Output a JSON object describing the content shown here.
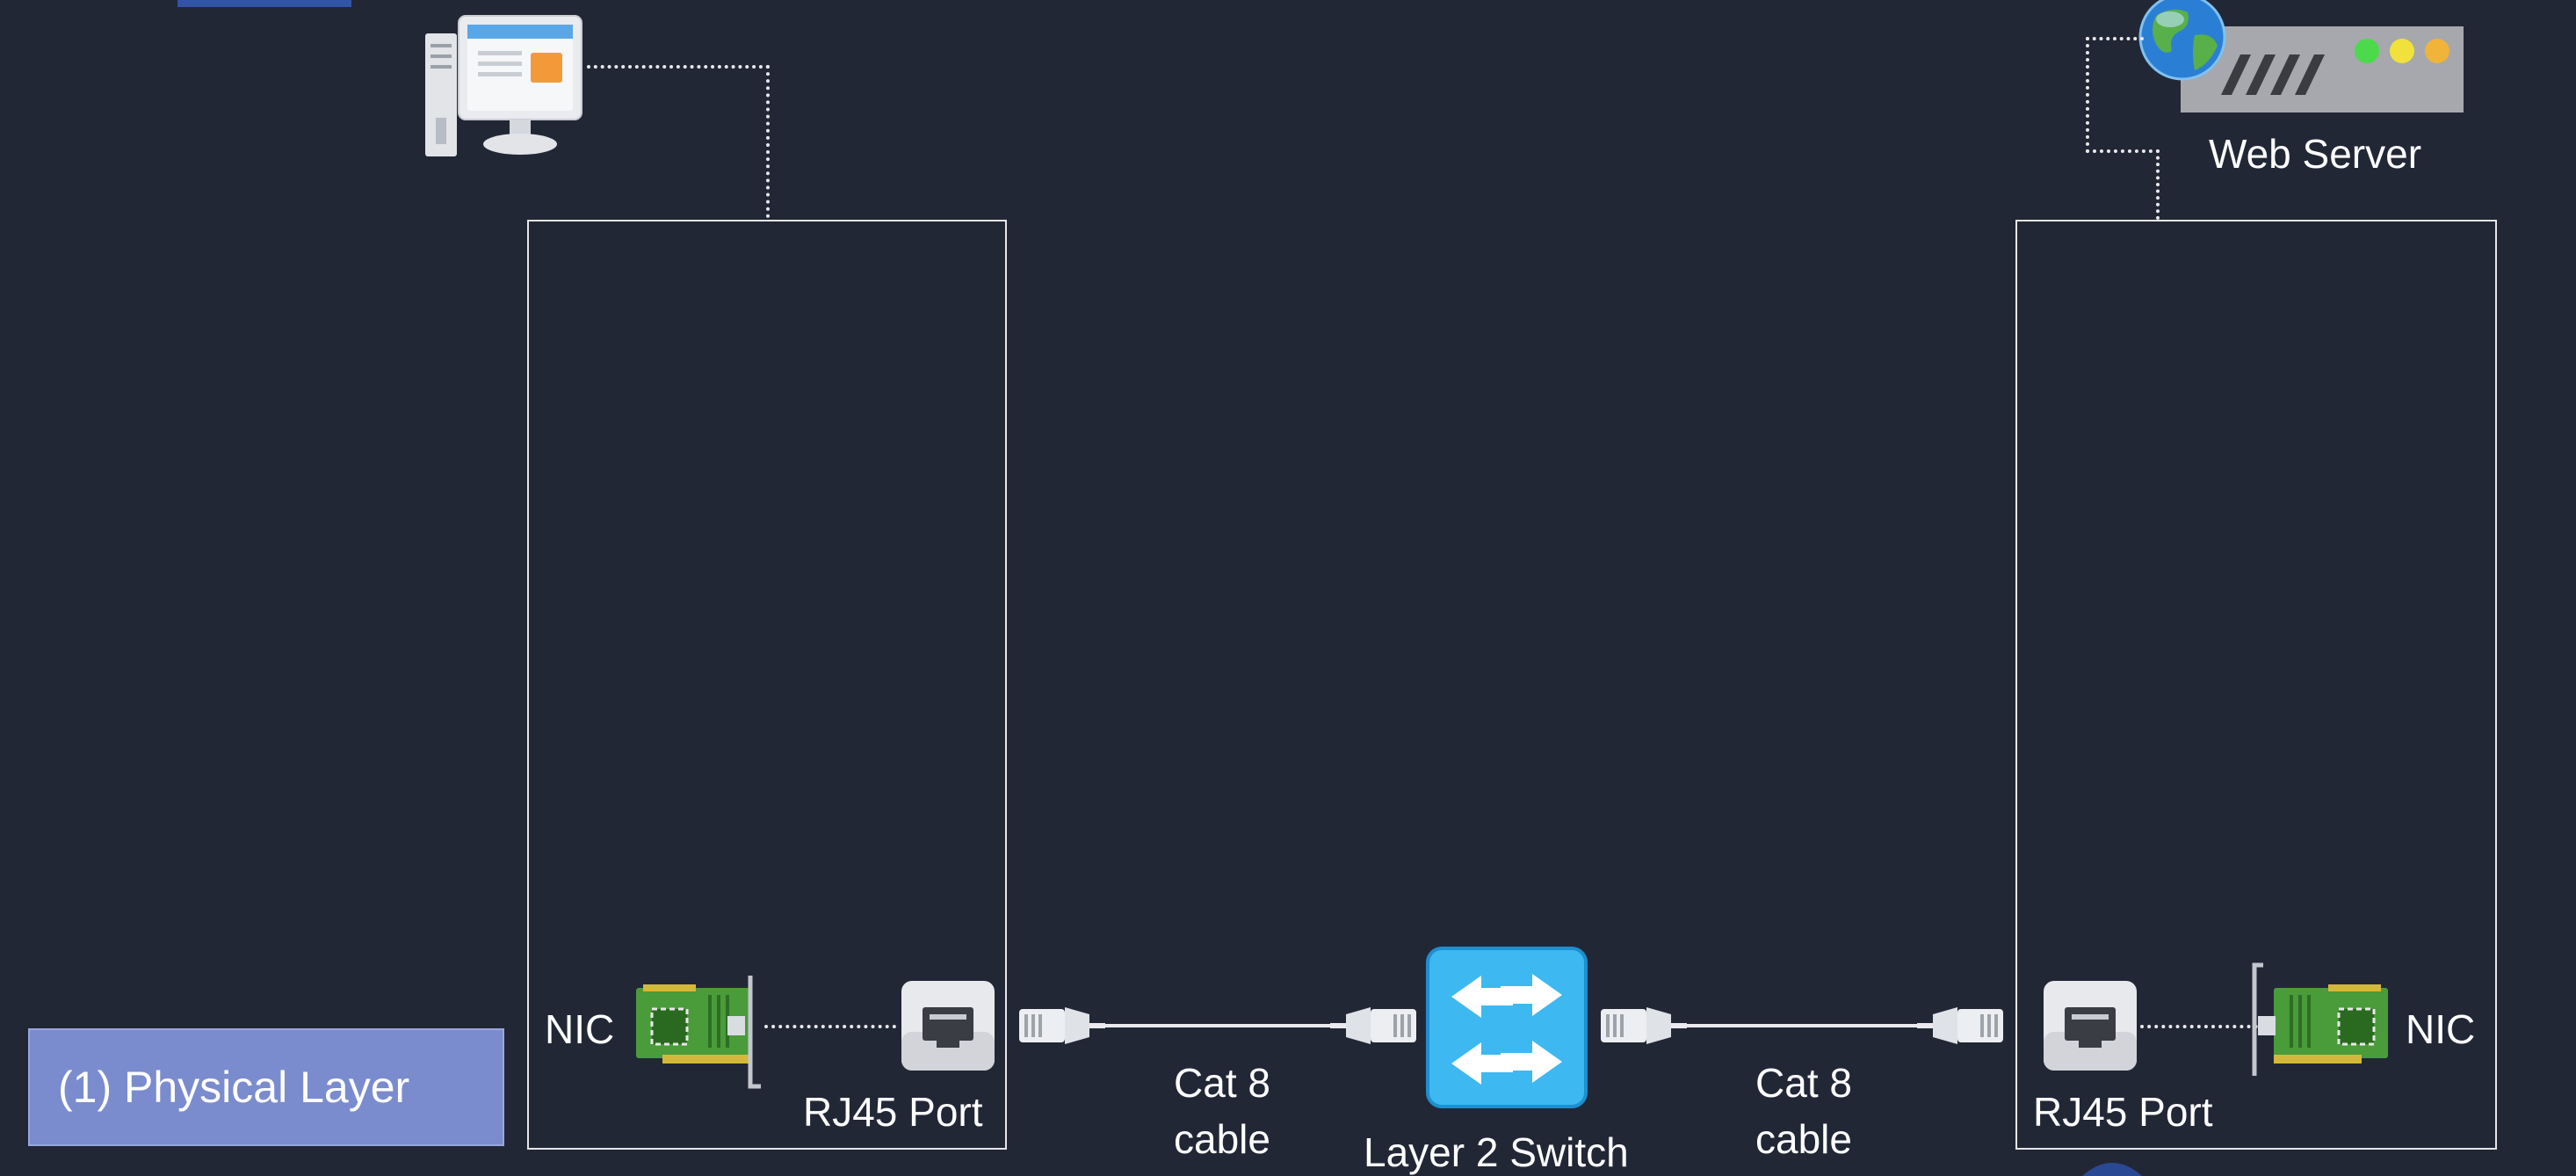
{
  "layer_button": {
    "label": "(1) Physical Layer"
  },
  "server": {
    "label": "Web Server"
  },
  "left_host": {
    "nic_label": "NIC",
    "port_label": "RJ45 Port"
  },
  "right_host": {
    "nic_label": "NIC",
    "port_label": "RJ45 Port"
  },
  "switch": {
    "label": "Layer 2 Switch"
  },
  "cable_left": {
    "line1": "Cat 8",
    "line2": "cable"
  },
  "cable_right": {
    "line1": "Cat 8",
    "line2": "cable"
  },
  "colors": {
    "background": "#222736",
    "layer_button": "#7a8ccd",
    "switch": "#3db8f0",
    "nic_board": "#4a9b3a",
    "server_leds": [
      "#4cd94c",
      "#f0e23a",
      "#f0b43a"
    ]
  },
  "icons": [
    "desktop-computer-icon",
    "web-server-icon",
    "globe-icon",
    "nic-card-icon",
    "rj45-port-icon",
    "ethernet-plug-icon",
    "network-switch-icon"
  ]
}
